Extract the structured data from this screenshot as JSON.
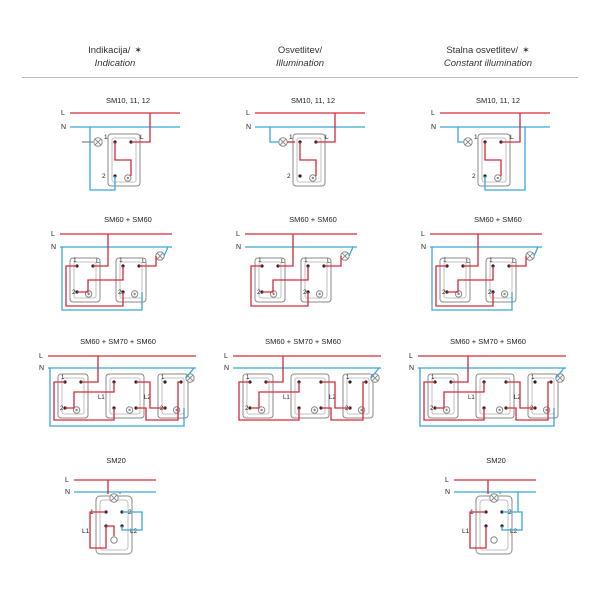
{
  "headers": [
    {
      "local": "Indikacija/",
      "en": "Indication",
      "star": "✶"
    },
    {
      "local": "Osvetlitev/",
      "en": "Illumination",
      "star": ""
    },
    {
      "local": "Stalna osvetlitev/",
      "en": "Constant illumination",
      "star": "✶"
    }
  ],
  "labels": {
    "L": "L",
    "N": "N",
    "one": "1",
    "two": "2",
    "L1": "L1",
    "L2": "L2"
  },
  "diagrams": [
    {
      "title": "SM10, 11, 12",
      "col": 0,
      "row": 0
    },
    {
      "title": "SM10, 11, 12",
      "col": 1,
      "row": 0
    },
    {
      "title": "SM10, 11, 12",
      "col": 2,
      "row": 0
    },
    {
      "title": "SM60 + SM60",
      "col": 0,
      "row": 1
    },
    {
      "title": "SM60 + SM60",
      "col": 1,
      "row": 1
    },
    {
      "title": "SM60 + SM60",
      "col": 2,
      "row": 1
    },
    {
      "title": "SM60 + SM70 + SM60",
      "col": 0,
      "row": 2
    },
    {
      "title": "SM60 + SM70 + SM60",
      "col": 1,
      "row": 2
    },
    {
      "title": "SM60 + SM70 + SM60",
      "col": 2,
      "row": 2
    },
    {
      "title": "SM20",
      "col": 0,
      "row": 3
    },
    {
      "title": "SM20",
      "col": 2,
      "row": 3
    }
  ],
  "colors": {
    "live": "#d42a3a",
    "neutral": "#3aa6d8",
    "device": "#8a8a8a",
    "divider": "#b8b8b8"
  }
}
